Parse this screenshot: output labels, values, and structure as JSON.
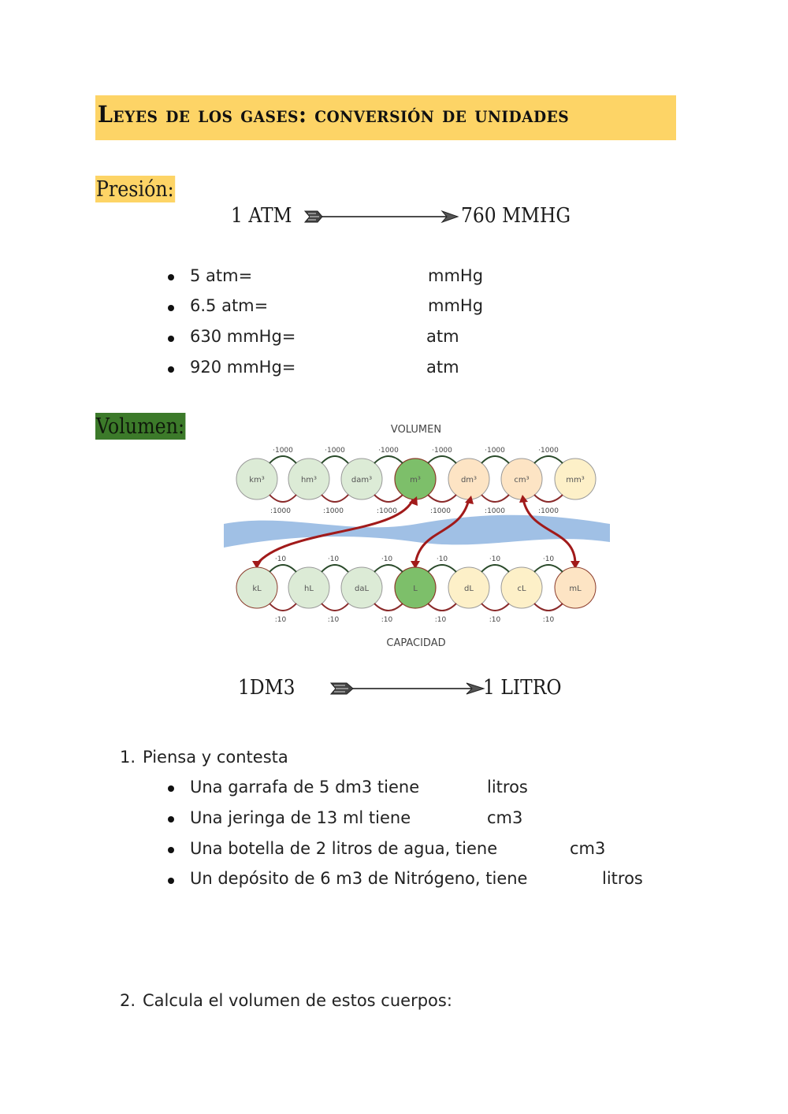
{
  "title": "Leyes de los gases: conversión de unidades",
  "presion": {
    "heading": "Presión:",
    "conversion": {
      "left": "1 ATM",
      "right": "760 MMHG"
    },
    "items": [
      {
        "prompt": "5 atm=",
        "unit": "mmHg"
      },
      {
        "prompt": "6.5 atm=",
        "unit": "mmHg"
      },
      {
        "prompt": "630 mmHg=",
        "unit": "atm"
      },
      {
        "prompt": "920 mmHg=",
        "unit": "atm"
      }
    ]
  },
  "volumen": {
    "heading": "Volumen:",
    "diagram": {
      "title_top": "VOLUMEN",
      "title_bottom": "CAPACIDAD",
      "volume_units": [
        "km³",
        "hm³",
        "dam³",
        "m³",
        "dm³",
        "cm³",
        "mm³"
      ],
      "capacity_units": [
        "kL",
        "hL",
        "daL",
        "L",
        "dL",
        "cL",
        "mL"
      ],
      "volume_mult": "·1000",
      "volume_div": ":1000",
      "capacity_mult": "·10",
      "capacity_div": ":10"
    },
    "conversion": {
      "left": "1DM3",
      "right": "1 LITRO"
    }
  },
  "questions": [
    {
      "number": "1.",
      "text": "Piensa y contesta",
      "items": [
        {
          "prompt": "Una garrafa de 5 dm3 tiene",
          "unit": "litros"
        },
        {
          "prompt": "Una jeringa de 13 ml tiene",
          "unit": "cm3"
        },
        {
          "prompt": "Una botella de 2 litros de agua, tiene",
          "unit": "cm3"
        },
        {
          "prompt": "Un depósito de 6 m3 de Nitrógeno, tiene",
          "unit": "litros"
        }
      ]
    },
    {
      "number": "2.",
      "text": "Calcula el volumen de estos cuerpos:"
    }
  ],
  "colors": {
    "highlight_yellow": "#fdd466",
    "highlight_green": "#3c7a2a",
    "circle_green_light": "#dcebd6",
    "circle_green_dark": "#7dbf6a",
    "circle_orange": "#fde4c4",
    "circle_yellow": "#fdf0c8",
    "arrow_red": "#a11a1a",
    "river_blue": "#8fb5e0"
  }
}
